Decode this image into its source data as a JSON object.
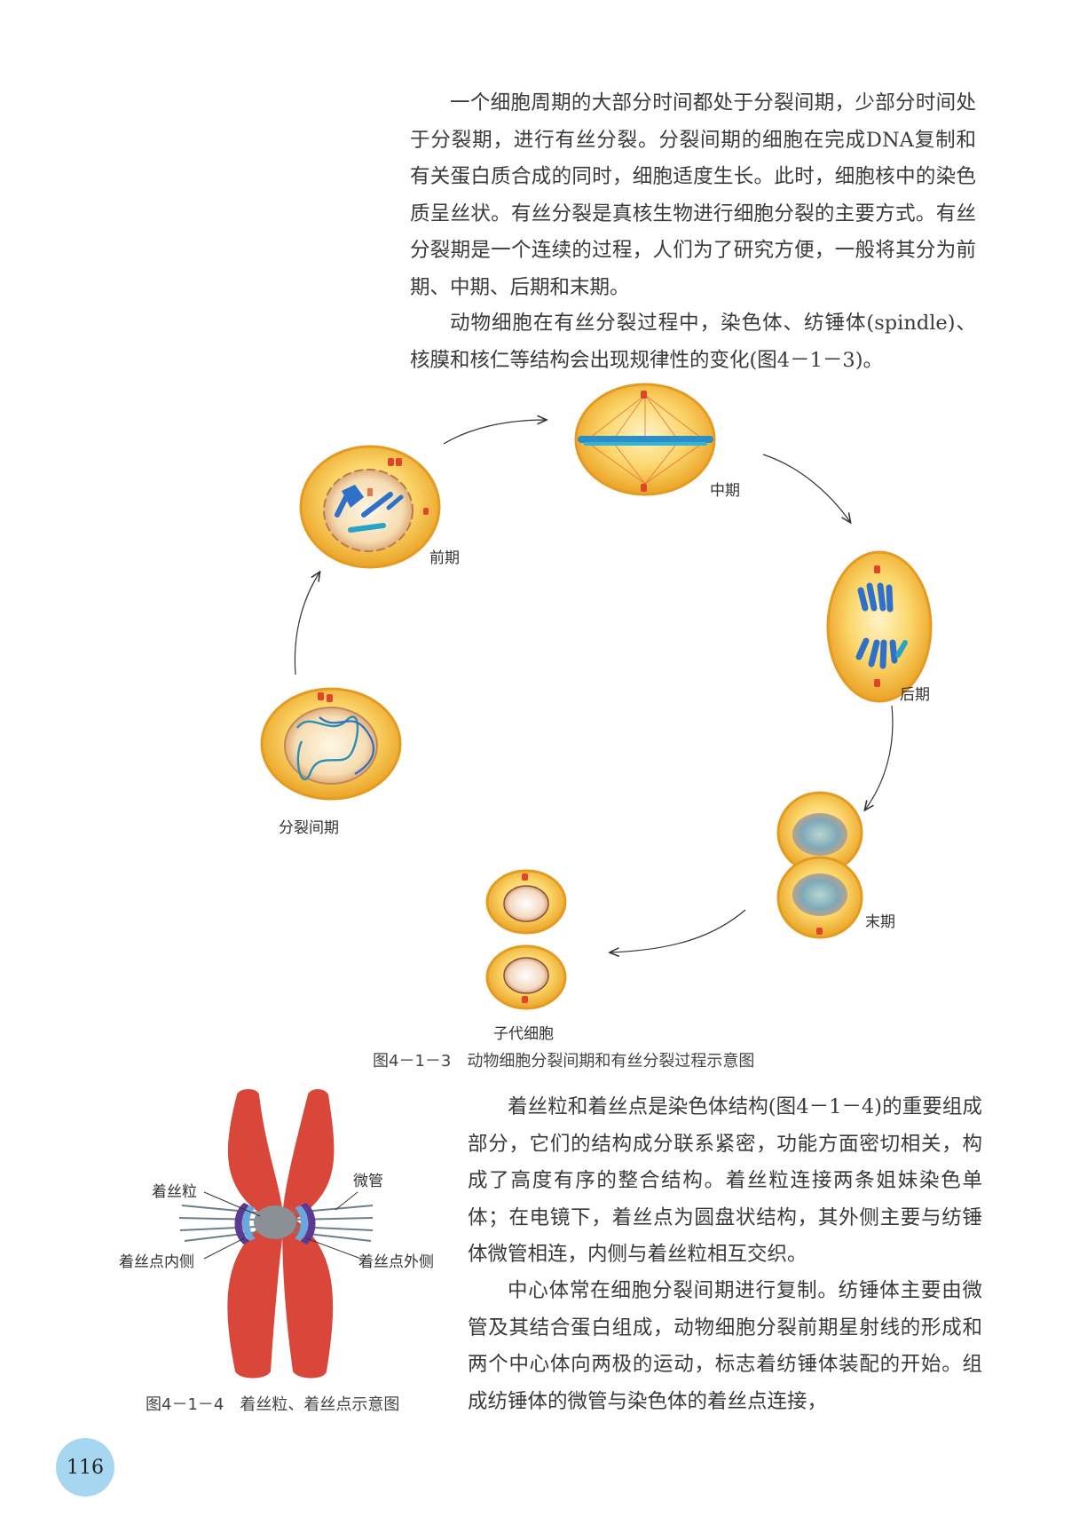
{
  "text": {
    "para1": "一个细胞周期的大部分时间都处于分裂间期，少部分时间处于分裂期，进行有丝分裂。分裂间期的细胞在完成DNA复制和有关蛋白质合成的同时，细胞适度生长。此时，细胞核中的染色质呈丝状。有丝分裂是真核生物进行细胞分裂的主要方式。有丝分裂期是一个连续的过程，人们为了研究方便，一般将其分为前期、中期、后期和末期。",
    "para2": "动物细胞在有丝分裂过程中，染色体、纺锤体(spindle)、核膜和核仁等结构会出现规律性的变化(图4－1－3)。",
    "para3": "着丝粒和着丝点是染色体结构(图4－1－4)的重要组成部分，它们的结构成分联系紧密，功能方面密切相关，构成了高度有序的整合结构。着丝粒连接两条姐妹染色单体；在电镜下，着丝点为圆盘状结构，其外侧主要与纺锤体微管相连，内侧与着丝粒相互交织。",
    "para4": "中心体常在细胞分裂间期进行复制。纺锤体主要由微管及其结合蛋白组成，动物细胞分裂前期星射线的形成和两个中心体向两极的运动，标志着纺锤体装配的开始。组成纺锤体的微管与染色体的着丝点连接，"
  },
  "figure1": {
    "stages": {
      "interphase": "分裂间期",
      "prophase": "前期",
      "metaphase": "中期",
      "anaphase": "后期",
      "telophase": "末期",
      "daughter": "子代细胞"
    },
    "caption_num": "图4－1－3",
    "caption_text": "动物细胞分裂间期和有丝分裂过程示意图"
  },
  "figure2": {
    "labels": {
      "centromere": "着丝粒",
      "microtubule": "微管",
      "kinetochore_inner": "着丝点内侧",
      "kinetochore_outer": "着丝点外侧"
    },
    "caption_num": "图4－1－4",
    "caption_text": "着丝粒、着丝点示意图"
  },
  "page_number": "116",
  "colors": {
    "cell_fill": "#f7c54a",
    "cell_rim": "#e8a21a",
    "chromosome_blue": "#2f84c6",
    "centriole_red": "#e0452c",
    "chromosome_red": "#d9473a",
    "page_badge": "#a7d7f0"
  }
}
